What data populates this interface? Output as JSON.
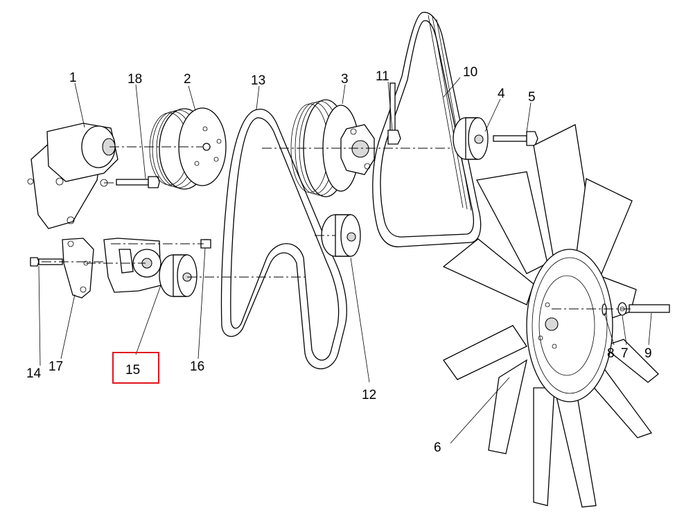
{
  "diagram": {
    "callouts": {
      "c1": "1",
      "c2": "2",
      "c3": "3",
      "c4": "4",
      "c5": "5",
      "c6": "6",
      "c7": "7",
      "c8": "8",
      "c9": "9",
      "c10": "10",
      "c11": "11",
      "c12": "12",
      "c13": "13",
      "c14": "14",
      "c15": "15",
      "c16": "16",
      "c17": "17",
      "c18": "18"
    },
    "highlighted_callout": "15",
    "colors": {
      "line": "#000000",
      "highlight": "#e0141b",
      "background": "#ffffff",
      "shade": "#d9d9d9"
    }
  }
}
